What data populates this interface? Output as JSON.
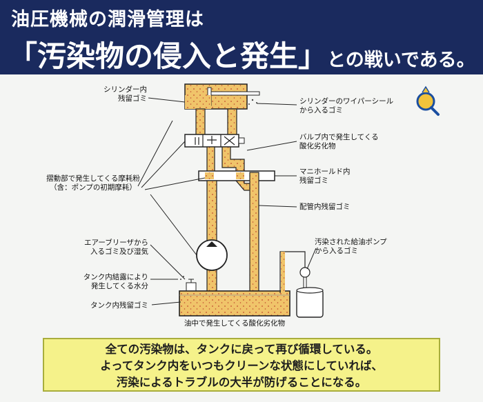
{
  "header": {
    "line1": "油圧機械の潤滑管理は",
    "line2_main": "「汚染物の侵入と発生」",
    "line2_tail": "との戦いである。"
  },
  "labels": {
    "cylinder_residual": [
      "シリンダー内",
      "残留ゴミ"
    ],
    "wiper_seal": [
      "シリンダーのワイパーシール",
      "から入るゴミ"
    ],
    "valve_oxidation": [
      "バルブ内で発生してくる",
      "酸化劣化物"
    ],
    "manifold_residual": [
      "マニホールド内",
      "残留ゴミ"
    ],
    "sliding_wear": [
      "摺動部で発生してくる摩耗粉",
      "（含：ポンプの初期摩耗）"
    ],
    "piping_residual": [
      "配管内残留ゴミ"
    ],
    "air_breather": [
      "エアーブリーザから",
      "入るゴミ及び湿気"
    ],
    "contaminated_pump": [
      "汚染された給油ポンプ",
      "から入るゴミ"
    ],
    "condensation": [
      "タンク内結露により",
      "発生してくる水分"
    ],
    "tank_residual": [
      "タンク内残留ゴミ"
    ],
    "oil_oxidation": [
      "油中で発生してくる酸化劣化物"
    ]
  },
  "note": {
    "lines": [
      "全ての汚染物は、タンクに戻って再び循環している。",
      "よってタンク内をいつもクリーンな状態にしていれば、",
      "汚染によるトラブルの大半が防げることになる。"
    ]
  },
  "colors": {
    "header_bg": "#1a2a5e",
    "oil": "#f0c46a",
    "dots": "#c04a2e",
    "note_bg": "#f5f28a"
  },
  "icons": {
    "magnifier": "magnifier-icon"
  }
}
